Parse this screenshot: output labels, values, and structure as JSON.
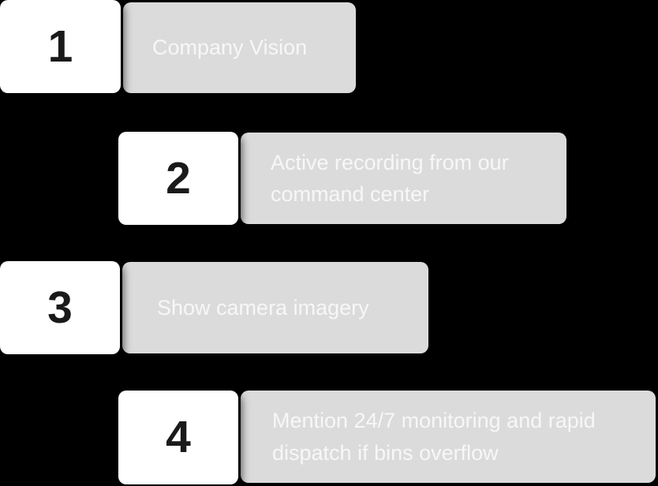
{
  "steps": [
    {
      "number": "1",
      "label": "Company Vision",
      "lines": [
        "Company Vision"
      ]
    },
    {
      "number": "2",
      "label": "Active recording from our command center",
      "lines": [
        "Active recording from our",
        "command center"
      ]
    },
    {
      "number": "3",
      "label": "Show camera imagery",
      "lines": [
        "Show camera imagery"
      ]
    },
    {
      "number": "4",
      "label": "Mention 24/7 monitoring and rapid dispatch if bins overflow",
      "lines": [
        "Mention 24/7 monitoring and rapid",
        "dispatch if bins overflow"
      ]
    }
  ],
  "colors": {
    "background": "#000000",
    "card_gray": "#dbdbdb",
    "number_box": "#ffffff",
    "number_text": "#1a1a1a",
    "label_text": "#f7f7f7"
  }
}
